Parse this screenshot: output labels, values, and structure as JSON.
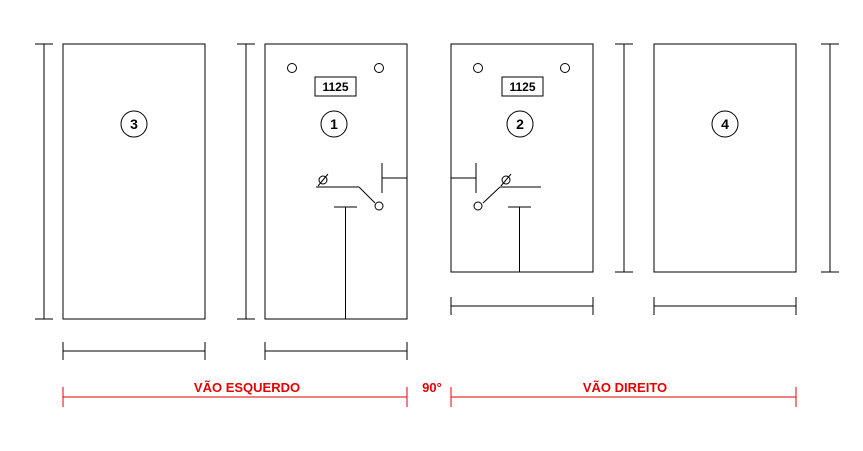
{
  "panels": {
    "p3": {
      "number": "3"
    },
    "p1": {
      "number": "1",
      "code": "1125"
    },
    "p2": {
      "number": "2",
      "code": "1125"
    },
    "p4": {
      "number": "4"
    }
  },
  "labels": {
    "left_span": "VÃO ESQUERDO",
    "angle": "90°",
    "right_span": "VÃO DIREITO"
  },
  "colors": {
    "line": "#000000",
    "dimension_accent": "#e60000"
  }
}
